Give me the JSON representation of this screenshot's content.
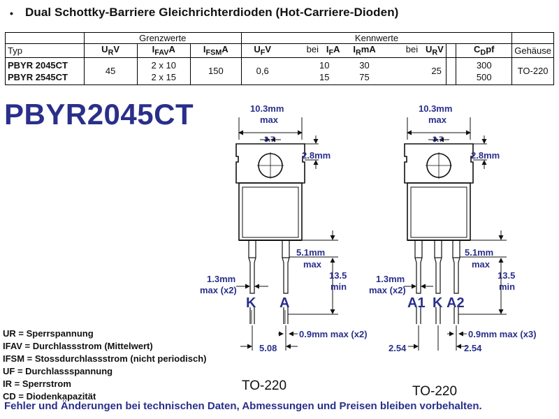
{
  "header": {
    "bullet": "•",
    "title": "Dual Schottky-Barriere Gleichrichterdioden (Hot-Carriere-Dioden)"
  },
  "table": {
    "group_grenzwerte": "Grenzwerte",
    "group_kennwerte": "Kennwerte",
    "col_typ": "Typ",
    "col_ur_main": "U",
    "col_ur_sub": "R",
    "col_ur_unit": "V",
    "col_ifav_main": "I",
    "col_ifav_sub": "FAV",
    "col_ifav_unit": "A",
    "col_ifsm_main": "I",
    "col_ifsm_sub": "FSM",
    "col_ifsm_unit": "A",
    "col_uf_main": "U",
    "col_uf_sub": "F",
    "col_uf_unit": "V",
    "col_bei_1": "bei",
    "col_if_main": "I",
    "col_if_sub": "F",
    "col_if_unit": "A",
    "col_ir_main": "I",
    "col_ir_sub": "R",
    "col_ir_unit": "mA",
    "col_bei_2": "bei",
    "col_ur2_main": "U",
    "col_ur2_sub": "R",
    "col_ur2_unit": "V",
    "col_cd_main": "C",
    "col_cd_sub": "D",
    "col_cd_unit": "pf",
    "col_gehaeuse": "Gehäuse",
    "type_1": "PBYR 2045CT",
    "type_2": "PBYR 2545CT",
    "ur": "45",
    "ifav_1": "2 x 10",
    "ifav_2": "2 x 15",
    "ifsm": "150",
    "uf": "0,6",
    "if_1": "10",
    "if_2": "15",
    "ir_1": "30",
    "ir_2": "75",
    "ur2": "25",
    "cd_1": "300",
    "cd_2": "500",
    "gehaeuse": "TO-220"
  },
  "part_number": "PBYR2045CT",
  "drawing_left": {
    "width_label_1": "10.3mm",
    "width_label_2": "max",
    "hole_label": "3.7",
    "tab_label": "2.8mm",
    "body_label_1": "5.1mm",
    "body_label_2": "max",
    "lead_label_1": "13.5",
    "lead_label_2": "min",
    "leadw_label_1": "1.3mm",
    "leadw_label_2": "max (x2)",
    "pin_1": "K",
    "pin_2": "A",
    "thick_label": "0.9mm max (x2)",
    "pitch_label": "5.08",
    "package": "TO-220"
  },
  "drawing_right": {
    "width_label_1": "10.3mm",
    "width_label_2": "max",
    "hole_label": "3.7",
    "tab_label": "2.8mm",
    "body_label_1": "5.1mm",
    "body_label_2": "max",
    "lead_label_1": "13.5",
    "lead_label_2": "min",
    "leadw_label_1": "1.3mm",
    "leadw_label_2": "max (x2)",
    "pin_1": "A1",
    "pin_2": "K",
    "pin_3": "A2",
    "thick_label": "0.9mm max (x3)",
    "pitch_label_1": "2.54",
    "pitch_label_2": "2.54",
    "package": "TO-220"
  },
  "legend": [
    "UR = Sperrspannung",
    "IFAV = Durchlassstrom (Mittelwert)",
    "IFSM = Stossdurchlassstrom (nicht periodisch)",
    "UF = Durchlassspannung",
    "IR = Sperrstrom",
    "CD = Diodenkapazität"
  ],
  "footer": "Fehler und Änderungen bei technischen Daten, Abmessungen und Preisen bleiben vorbehalten.",
  "colors": {
    "accent": "#2a2f8a",
    "ink": "#111111"
  }
}
